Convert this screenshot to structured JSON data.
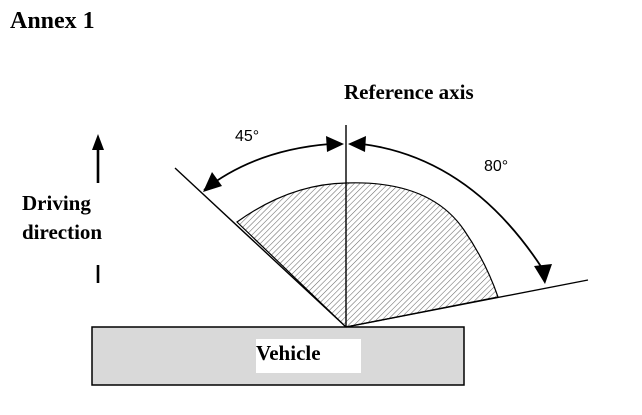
{
  "title": "Annex 1",
  "reference_axis_label": "Reference axis",
  "driving_direction": {
    "line1": "Driving",
    "line2": "direction"
  },
  "angles": {
    "left": "45°",
    "right": "80°"
  },
  "vehicle_label": "Vehicle",
  "colors": {
    "vehicle_fill": "#d9d9d9",
    "hatch": "#666666",
    "lines": "#000000"
  },
  "icons": [
    "driving-direction-arrow-icon"
  ]
}
